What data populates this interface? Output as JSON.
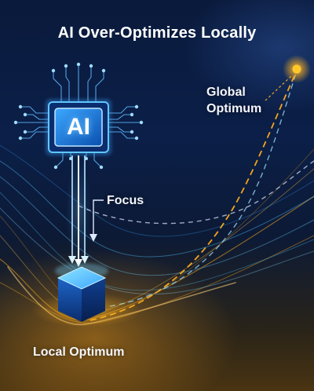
{
  "title": "AI Over-Optimizes Locally",
  "chip": {
    "text": "AI"
  },
  "labels": {
    "global_optimum": "Global\nOptimum",
    "focus": "Focus",
    "local_optimum": "Local Optimum"
  },
  "colors": {
    "background_top": "#0a1a3c",
    "background_bottom": "#4a3412",
    "accent_blue": "#4fc3ff",
    "accent_orange": "#f0a51e",
    "global_point": "#ffc82a"
  }
}
